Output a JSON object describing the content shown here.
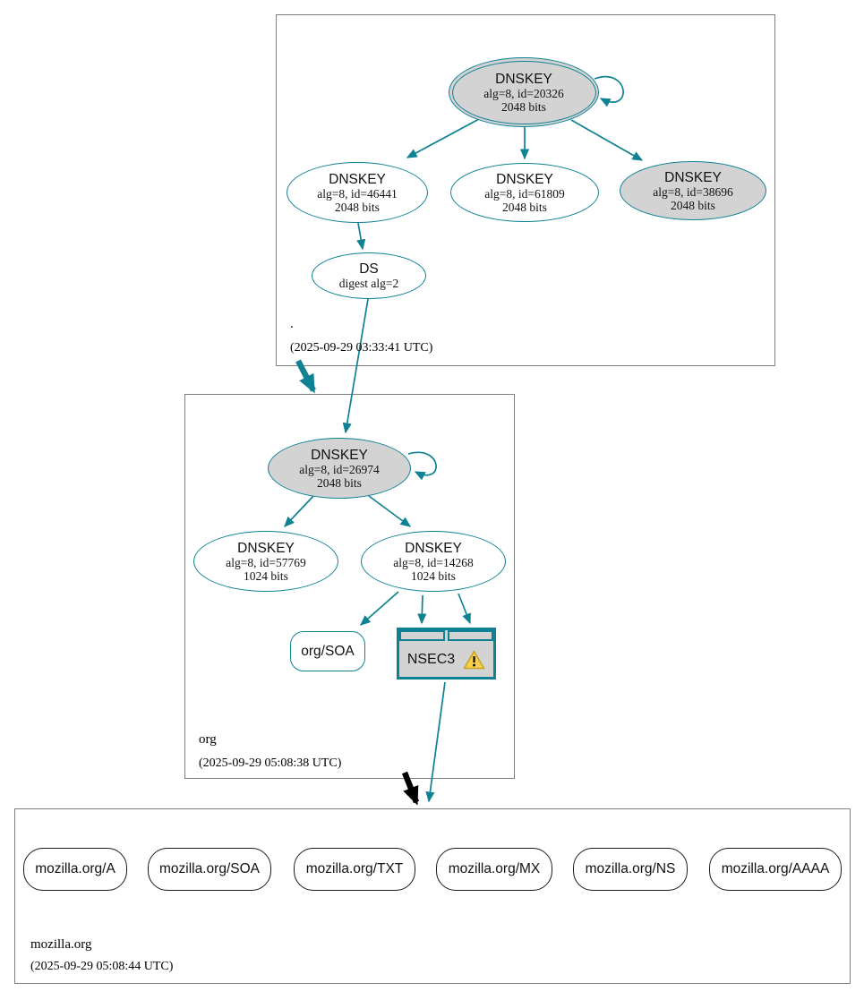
{
  "diagram": {
    "type": "dnssec-authentication-chain-graph",
    "colors": {
      "edge_teal": "#0e8193",
      "node_fill_gray": "#d3d3d3",
      "warning_yellow": "#fbd14b",
      "box_border_gray": "#7f7f7f",
      "insecure_delegation_black": "#000000"
    },
    "zones": {
      "root": {
        "name": ".",
        "timestamp": "(2025-09-29 03:33:41 UTC)",
        "ksk": {
          "title": "DNSKEY",
          "alg": "alg=8, id=20326",
          "bits": "2048 bits"
        },
        "key_46441": {
          "title": "DNSKEY",
          "alg": "alg=8, id=46441",
          "bits": "2048 bits"
        },
        "key_61809": {
          "title": "DNSKEY",
          "alg": "alg=8, id=61809",
          "bits": "2048 bits"
        },
        "key_38696": {
          "title": "DNSKEY",
          "alg": "alg=8, id=38696",
          "bits": "2048 bits"
        },
        "ds": {
          "title": "DS",
          "digest": "digest alg=2"
        }
      },
      "org": {
        "name": "org",
        "timestamp": "(2025-09-29 05:08:38 UTC)",
        "ksk": {
          "title": "DNSKEY",
          "alg": "alg=8, id=26974",
          "bits": "2048 bits"
        },
        "key_57769": {
          "title": "DNSKEY",
          "alg": "alg=8, id=57769",
          "bits": "1024 bits"
        },
        "key_14268": {
          "title": "DNSKEY",
          "alg": "alg=8, id=14268",
          "bits": "1024 bits"
        },
        "soa": {
          "label": "org/SOA"
        },
        "nsec3": {
          "label": "NSEC3",
          "icon": "warning-triangle"
        }
      },
      "mozilla": {
        "name": "mozilla.org",
        "timestamp": "(2025-09-29 05:08:44 UTC)",
        "rrsets": [
          "mozilla.org/A",
          "mozilla.org/SOA",
          "mozilla.org/TXT",
          "mozilla.org/MX",
          "mozilla.org/NS",
          "mozilla.org/AAAA"
        ]
      }
    }
  }
}
